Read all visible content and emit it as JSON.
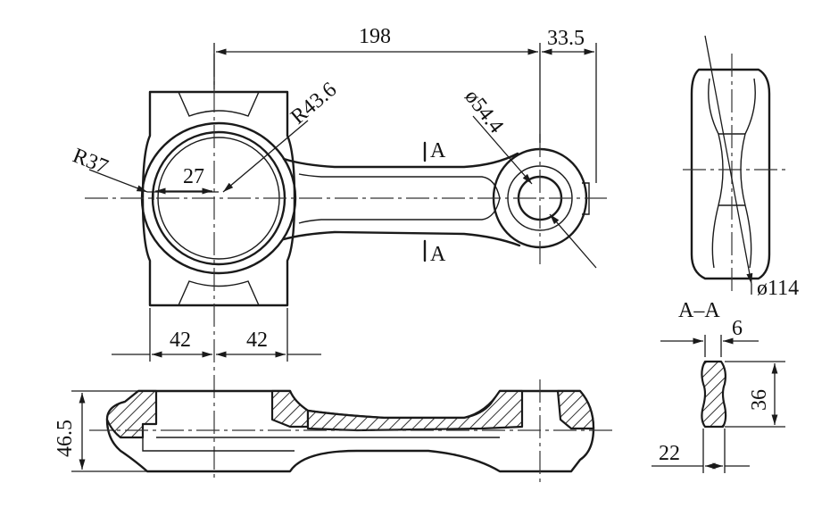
{
  "dimensions": {
    "center_distance": "198",
    "small_end_offset": "33.5",
    "big_end_inner_radius": "R43.6",
    "small_end_diameter": "ø54.4",
    "big_end_outer_radius": "R37",
    "bore_offset": "27",
    "left_half_width": "42",
    "right_half_width": "42",
    "side_view_diameter": "ø114",
    "bottom_thickness": "46.5",
    "section_web": "6",
    "section_height": "36",
    "section_flange": "22"
  },
  "section": {
    "cut_marker_top": "A",
    "cut_marker_bottom": "A",
    "section_title": "A–A"
  }
}
